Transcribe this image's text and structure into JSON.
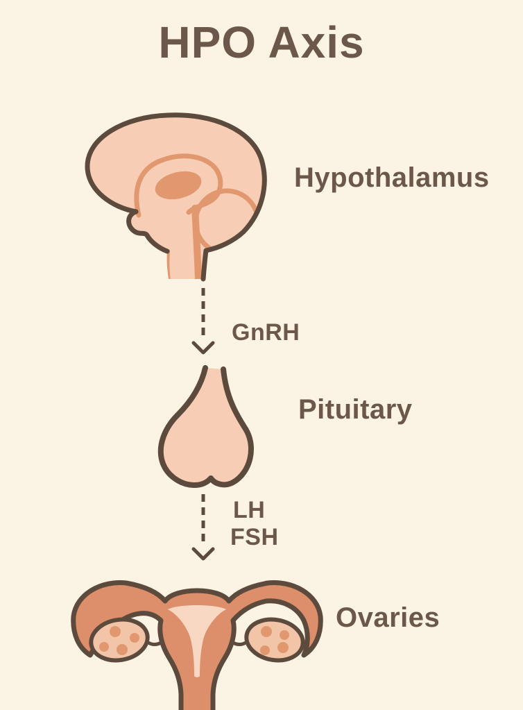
{
  "title": "HPO Axis",
  "nodes": [
    {
      "id": "hypothalamus",
      "label": "Hypothalamus"
    },
    {
      "id": "pituitary",
      "label": "Pituitary"
    },
    {
      "id": "ovaries",
      "label": "Ovaries"
    }
  ],
  "arrows": [
    {
      "from": "hypothalamus",
      "to": "pituitary",
      "hormones": [
        "GnRH"
      ]
    },
    {
      "from": "pituitary",
      "to": "ovaries",
      "hormones": [
        "LH",
        "FSH"
      ]
    }
  ],
  "colors": {
    "background": "#FBF3E4",
    "ink": "#6B584A",
    "outline": "#5C4A3C",
    "peach": "#F7CDB5",
    "salmon": "#E2986F",
    "terracotta": "#DD8E6B",
    "light_peach": "#F8D8C2",
    "ovary": "#F2C5A9"
  }
}
